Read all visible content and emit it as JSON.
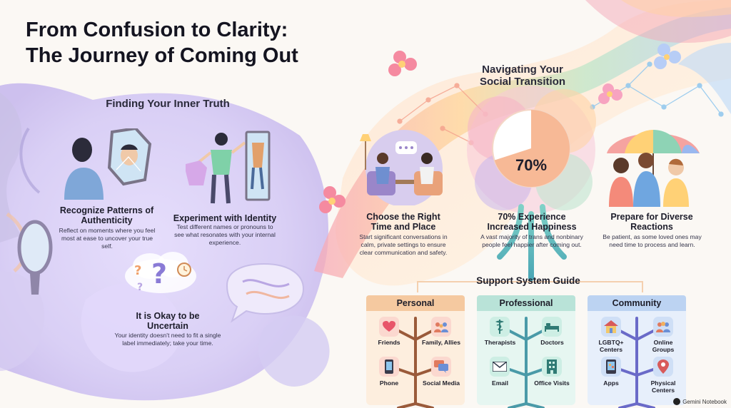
{
  "title": {
    "line1": "From Confusion to Clarity:",
    "line2": "The Journey of Coming Out"
  },
  "inner_truth": {
    "heading": "Finding Your Inner Truth",
    "cards": [
      {
        "title": "Recognize Patterns of Authenticity",
        "desc": "Reflect on moments where you feel most at ease to uncover your true self."
      },
      {
        "title": "Experiment with Identity",
        "desc": "Test different names or pronouns to see what resonates with your internal experience."
      },
      {
        "title": "It is Okay to be Uncertain",
        "desc": "Your identity doesn't need to fit a single label immediately; take your time."
      }
    ]
  },
  "social": {
    "heading": "Navigating Your Social Transition",
    "cards": [
      {
        "title": "Choose the Right Time and Place",
        "desc": "Start significant conversations in calm, private settings to ensure clear communication and safety."
      },
      {
        "title": "70% Experience Increased Happiness",
        "desc": "A vast majority of trans and nonbinary people feel happier after coming out."
      },
      {
        "title": "Prepare for Diverse Reactions",
        "desc": "Be patient, as some loved ones may need time to process and learn."
      }
    ],
    "stat": {
      "label": "70%",
      "value": 0.7
    }
  },
  "support": {
    "heading": "Support System Guide",
    "columns": [
      {
        "name": "Personal",
        "color": "#f5c9a0",
        "items": [
          "Friends",
          "Family, Allies",
          "Phone",
          "Social Media"
        ]
      },
      {
        "name": "Professional",
        "color": "#b9e3d8",
        "items": [
          "Therapists",
          "Doctors",
          "Email",
          "Office Visits"
        ]
      },
      {
        "name": "Community",
        "color": "#bcd3f2",
        "items": [
          "LGBTQ+ Centers",
          "Online Groups",
          "Apps",
          "Physical Centers"
        ]
      }
    ]
  },
  "brand": "Gemini Notebook",
  "icons": [
    "heart-icon",
    "family-icon",
    "phone-icon",
    "chat-icon",
    "caduceus-icon",
    "bed-icon",
    "envelope-icon",
    "building-icon",
    "house-icon",
    "group-icon",
    "app-icon",
    "map-pin-icon"
  ]
}
